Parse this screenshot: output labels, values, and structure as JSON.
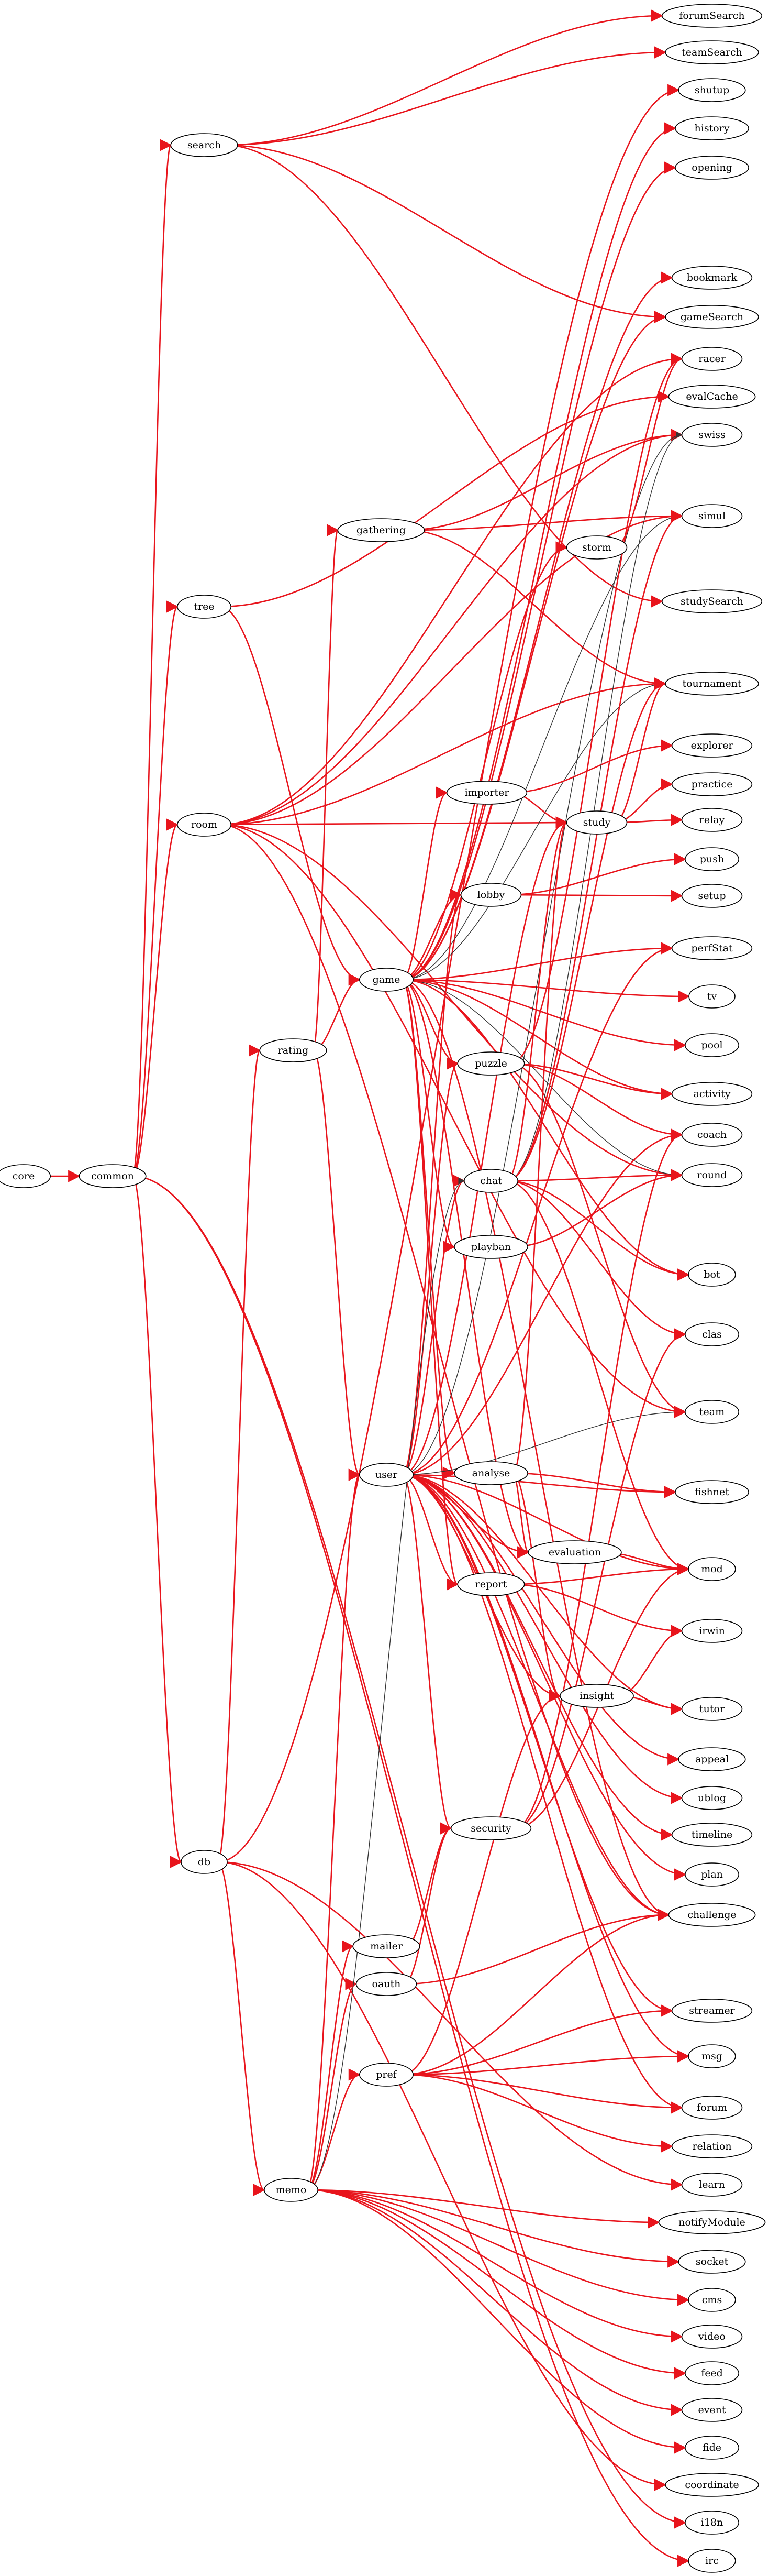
{
  "colors": {
    "red_edge": "#e8141c",
    "black_edge": "#333333",
    "node_stroke": "#000000"
  },
  "nodes": [
    {
      "id": "core",
      "label": "core"
    },
    {
      "id": "common",
      "label": "common"
    },
    {
      "id": "search",
      "label": "search"
    },
    {
      "id": "tree",
      "label": "tree"
    },
    {
      "id": "room",
      "label": "room"
    },
    {
      "id": "db",
      "label": "db"
    },
    {
      "id": "rating",
      "label": "rating"
    },
    {
      "id": "gathering",
      "label": "gathering"
    },
    {
      "id": "game",
      "label": "game"
    },
    {
      "id": "user",
      "label": "user"
    },
    {
      "id": "memo",
      "label": "memo"
    },
    {
      "id": "mailer",
      "label": "mailer"
    },
    {
      "id": "oauth",
      "label": "oauth"
    },
    {
      "id": "pref",
      "label": "pref"
    },
    {
      "id": "importer",
      "label": "importer"
    },
    {
      "id": "lobby",
      "label": "lobby"
    },
    {
      "id": "puzzle",
      "label": "puzzle"
    },
    {
      "id": "chat",
      "label": "chat"
    },
    {
      "id": "playban",
      "label": "playban"
    },
    {
      "id": "analyse",
      "label": "analyse"
    },
    {
      "id": "evaluation",
      "label": "evaluation"
    },
    {
      "id": "report",
      "label": "report"
    },
    {
      "id": "insight",
      "label": "insight"
    },
    {
      "id": "security",
      "label": "security"
    },
    {
      "id": "storm",
      "label": "storm"
    },
    {
      "id": "study",
      "label": "study"
    },
    {
      "id": "forumSearch",
      "label": "forumSearch"
    },
    {
      "id": "teamSearch",
      "label": "teamSearch"
    },
    {
      "id": "shutup",
      "label": "shutup"
    },
    {
      "id": "history",
      "label": "history"
    },
    {
      "id": "opening",
      "label": "opening"
    },
    {
      "id": "bookmark",
      "label": "bookmark"
    },
    {
      "id": "gameSearch",
      "label": "gameSearch"
    },
    {
      "id": "racer",
      "label": "racer"
    },
    {
      "id": "evalCache",
      "label": "evalCache"
    },
    {
      "id": "swiss",
      "label": "swiss"
    },
    {
      "id": "simul",
      "label": "simul"
    },
    {
      "id": "studySearch",
      "label": "studySearch"
    },
    {
      "id": "tournament",
      "label": "tournament"
    },
    {
      "id": "explorer",
      "label": "explorer"
    },
    {
      "id": "practice",
      "label": "practice"
    },
    {
      "id": "relay",
      "label": "relay"
    },
    {
      "id": "push",
      "label": "push"
    },
    {
      "id": "setup",
      "label": "setup"
    },
    {
      "id": "perfStat",
      "label": "perfStat"
    },
    {
      "id": "tv",
      "label": "tv"
    },
    {
      "id": "pool",
      "label": "pool"
    },
    {
      "id": "activity",
      "label": "activity"
    },
    {
      "id": "coach",
      "label": "coach"
    },
    {
      "id": "round",
      "label": "round"
    },
    {
      "id": "bot",
      "label": "bot"
    },
    {
      "id": "clas",
      "label": "clas"
    },
    {
      "id": "team",
      "label": "team"
    },
    {
      "id": "fishnet",
      "label": "fishnet"
    },
    {
      "id": "mod",
      "label": "mod"
    },
    {
      "id": "irwin",
      "label": "irwin"
    },
    {
      "id": "tutor",
      "label": "tutor"
    },
    {
      "id": "appeal",
      "label": "appeal"
    },
    {
      "id": "ublog",
      "label": "ublog"
    },
    {
      "id": "timeline",
      "label": "timeline"
    },
    {
      "id": "plan",
      "label": "plan"
    },
    {
      "id": "challenge",
      "label": "challenge"
    },
    {
      "id": "streamer",
      "label": "streamer"
    },
    {
      "id": "msg",
      "label": "msg"
    },
    {
      "id": "forum",
      "label": "forum"
    },
    {
      "id": "relation",
      "label": "relation"
    },
    {
      "id": "learn",
      "label": "learn"
    },
    {
      "id": "notifyModule",
      "label": "notifyModule"
    },
    {
      "id": "socket",
      "label": "socket"
    },
    {
      "id": "cms",
      "label": "cms"
    },
    {
      "id": "video",
      "label": "video"
    },
    {
      "id": "feed",
      "label": "feed"
    },
    {
      "id": "event",
      "label": "event"
    },
    {
      "id": "fide",
      "label": "fide"
    },
    {
      "id": "coordinate",
      "label": "coordinate"
    },
    {
      "id": "i18n",
      "label": "i18n"
    },
    {
      "id": "irc",
      "label": "irc"
    }
  ],
  "edges": [
    {
      "from": "core",
      "to": "common",
      "color": "red"
    },
    {
      "from": "common",
      "to": "search",
      "color": "red"
    },
    {
      "from": "common",
      "to": "tree",
      "color": "red"
    },
    {
      "from": "common",
      "to": "room",
      "color": "red"
    },
    {
      "from": "common",
      "to": "db",
      "color": "red"
    },
    {
      "from": "common",
      "to": "i18n",
      "color": "red"
    },
    {
      "from": "common",
      "to": "irc",
      "color": "red"
    },
    {
      "from": "search",
      "to": "forumSearch",
      "color": "red"
    },
    {
      "from": "search",
      "to": "teamSearch",
      "color": "red"
    },
    {
      "from": "search",
      "to": "gameSearch",
      "color": "red"
    },
    {
      "from": "search",
      "to": "studySearch",
      "color": "red"
    },
    {
      "from": "tree",
      "to": "game",
      "color": "red"
    },
    {
      "from": "tree",
      "to": "evalCache",
      "color": "red"
    },
    {
      "from": "room",
      "to": "study",
      "color": "red"
    },
    {
      "from": "room",
      "to": "tournament",
      "color": "red"
    },
    {
      "from": "room",
      "to": "swiss",
      "color": "red"
    },
    {
      "from": "room",
      "to": "simul",
      "color": "red"
    },
    {
      "from": "room",
      "to": "round",
      "color": "red"
    },
    {
      "from": "room",
      "to": "team",
      "color": "red"
    },
    {
      "from": "room",
      "to": "challenge",
      "color": "red"
    },
    {
      "from": "room",
      "to": "racer",
      "color": "red"
    },
    {
      "from": "db",
      "to": "rating",
      "color": "red"
    },
    {
      "from": "db",
      "to": "memo",
      "color": "red"
    },
    {
      "from": "db",
      "to": "learn",
      "color": "red"
    },
    {
      "from": "db",
      "to": "coordinate",
      "color": "red"
    },
    {
      "from": "db",
      "to": "shutup",
      "color": "red"
    },
    {
      "from": "rating",
      "to": "game",
      "color": "red"
    },
    {
      "from": "rating",
      "to": "gathering",
      "color": "red"
    },
    {
      "from": "rating",
      "to": "user",
      "color": "red"
    },
    {
      "from": "gathering",
      "to": "tournament",
      "color": "red"
    },
    {
      "from": "gathering",
      "to": "swiss",
      "color": "red"
    },
    {
      "from": "gathering",
      "to": "simul",
      "color": "red"
    },
    {
      "from": "game",
      "to": "importer",
      "color": "red"
    },
    {
      "from": "game",
      "to": "lobby",
      "color": "red"
    },
    {
      "from": "game",
      "to": "puzzle",
      "color": "red"
    },
    {
      "from": "game",
      "to": "playban",
      "color": "red"
    },
    {
      "from": "game",
      "to": "analyse",
      "color": "red"
    },
    {
      "from": "game",
      "to": "evaluation",
      "color": "red"
    },
    {
      "from": "game",
      "to": "report",
      "color": "red"
    },
    {
      "from": "game",
      "to": "perfStat",
      "color": "red"
    },
    {
      "from": "game",
      "to": "tv",
      "color": "red"
    },
    {
      "from": "game",
      "to": "pool",
      "color": "red"
    },
    {
      "from": "game",
      "to": "round",
      "color": "black"
    },
    {
      "from": "game",
      "to": "bot",
      "color": "red"
    },
    {
      "from": "game",
      "to": "history",
      "color": "red"
    },
    {
      "from": "game",
      "to": "opening",
      "color": "red"
    },
    {
      "from": "game",
      "to": "bookmark",
      "color": "red"
    },
    {
      "from": "game",
      "to": "gameSearch",
      "color": "red"
    },
    {
      "from": "game",
      "to": "storm",
      "color": "red"
    },
    {
      "from": "game",
      "to": "tournament",
      "color": "black"
    },
    {
      "from": "game",
      "to": "simul",
      "color": "black"
    },
    {
      "from": "game",
      "to": "challenge",
      "color": "red"
    },
    {
      "from": "game",
      "to": "activity",
      "color": "red"
    },
    {
      "from": "user",
      "to": "chat",
      "color": "red"
    },
    {
      "from": "user",
      "to": "security",
      "color": "red"
    },
    {
      "from": "user",
      "to": "insight",
      "color": "red"
    },
    {
      "from": "user",
      "to": "report",
      "color": "red"
    },
    {
      "from": "user",
      "to": "evaluation",
      "color": "red"
    },
    {
      "from": "user",
      "to": "fishnet",
      "color": "red"
    },
    {
      "from": "user",
      "to": "mod",
      "color": "red"
    },
    {
      "from": "user",
      "to": "tutor",
      "color": "red"
    },
    {
      "from": "user",
      "to": "appeal",
      "color": "red"
    },
    {
      "from": "user",
      "to": "ublog",
      "color": "red"
    },
    {
      "from": "user",
      "to": "timeline",
      "color": "red"
    },
    {
      "from": "user",
      "to": "plan",
      "color": "red"
    },
    {
      "from": "user",
      "to": "challenge",
      "color": "red"
    },
    {
      "from": "user",
      "to": "streamer",
      "color": "red"
    },
    {
      "from": "user",
      "to": "msg",
      "color": "red"
    },
    {
      "from": "user",
      "to": "forum",
      "color": "red"
    },
    {
      "from": "user",
      "to": "team",
      "color": "black"
    },
    {
      "from": "user",
      "to": "swiss",
      "color": "black"
    },
    {
      "from": "user",
      "to": "coach",
      "color": "red"
    },
    {
      "from": "user",
      "to": "perfStat",
      "color": "red"
    },
    {
      "from": "user",
      "to": "lobby",
      "color": "red"
    },
    {
      "from": "user",
      "to": "puzzle",
      "color": "red"
    },
    {
      "from": "user",
      "to": "study",
      "color": "red"
    },
    {
      "from": "memo",
      "to": "user",
      "color": "red"
    },
    {
      "from": "memo",
      "to": "mailer",
      "color": "red"
    },
    {
      "from": "memo",
      "to": "oauth",
      "color": "red"
    },
    {
      "from": "memo",
      "to": "pref",
      "color": "red"
    },
    {
      "from": "memo",
      "to": "notifyModule",
      "color": "red"
    },
    {
      "from": "memo",
      "to": "socket",
      "color": "red"
    },
    {
      "from": "memo",
      "to": "cms",
      "color": "red"
    },
    {
      "from": "memo",
      "to": "video",
      "color": "red"
    },
    {
      "from": "memo",
      "to": "feed",
      "color": "red"
    },
    {
      "from": "memo",
      "to": "event",
      "color": "red"
    },
    {
      "from": "memo",
      "to": "fide",
      "color": "red"
    },
    {
      "from": "memo",
      "to": "chat",
      "color": "black"
    },
    {
      "from": "mailer",
      "to": "security",
      "color": "red"
    },
    {
      "from": "oauth",
      "to": "security",
      "color": "red"
    },
    {
      "from": "oauth",
      "to": "challenge",
      "color": "red"
    },
    {
      "from": "pref",
      "to": "challenge",
      "color": "red"
    },
    {
      "from": "pref",
      "to": "streamer",
      "color": "red"
    },
    {
      "from": "pref",
      "to": "msg",
      "color": "red"
    },
    {
      "from": "pref",
      "to": "forum",
      "color": "red"
    },
    {
      "from": "pref",
      "to": "relation",
      "color": "red"
    },
    {
      "from": "pref",
      "to": "insight",
      "color": "red"
    },
    {
      "from": "importer",
      "to": "study",
      "color": "red"
    },
    {
      "from": "importer",
      "to": "explorer",
      "color": "red"
    },
    {
      "from": "lobby",
      "to": "push",
      "color": "red"
    },
    {
      "from": "lobby",
      "to": "setup",
      "color": "red"
    },
    {
      "from": "puzzle",
      "to": "activity",
      "color": "red"
    },
    {
      "from": "puzzle",
      "to": "coach",
      "color": "red"
    },
    {
      "from": "puzzle",
      "to": "racer",
      "color": "red"
    },
    {
      "from": "puzzle",
      "to": "team",
      "color": "red"
    },
    {
      "from": "chat",
      "to": "round",
      "color": "red"
    },
    {
      "from": "chat",
      "to": "bot",
      "color": "red"
    },
    {
      "from": "chat",
      "to": "clas",
      "color": "red"
    },
    {
      "from": "chat",
      "to": "mod",
      "color": "red"
    },
    {
      "from": "chat",
      "to": "swiss",
      "color": "black"
    },
    {
      "from": "chat",
      "to": "study",
      "color": "red"
    },
    {
      "from": "chat",
      "to": "simul",
      "color": "red"
    },
    {
      "from": "chat",
      "to": "tournament",
      "color": "red"
    },
    {
      "from": "playban",
      "to": "round",
      "color": "red"
    },
    {
      "from": "analyse",
      "to": "fishnet",
      "color": "red"
    },
    {
      "from": "analyse",
      "to": "evaluation",
      "color": "red"
    },
    {
      "from": "analyse",
      "to": "insight",
      "color": "red"
    },
    {
      "from": "analyse",
      "to": "study",
      "color": "red"
    },
    {
      "from": "evaluation",
      "to": "mod",
      "color": "red"
    },
    {
      "from": "report",
      "to": "mod",
      "color": "red"
    },
    {
      "from": "report",
      "to": "irwin",
      "color": "red"
    },
    {
      "from": "insight",
      "to": "tutor",
      "color": "red"
    },
    {
      "from": "insight",
      "to": "irwin",
      "color": "red"
    },
    {
      "from": "security",
      "to": "clas",
      "color": "red"
    },
    {
      "from": "security",
      "to": "mod",
      "color": "red"
    },
    {
      "from": "security",
      "to": "coach",
      "color": "red"
    },
    {
      "from": "storm",
      "to": "racer",
      "color": "red"
    },
    {
      "from": "study",
      "to": "practice",
      "color": "red"
    },
    {
      "from": "study",
      "to": "relay",
      "color": "red"
    },
    {
      "from": "study",
      "to": "tournament",
      "color": "red"
    }
  ]
}
